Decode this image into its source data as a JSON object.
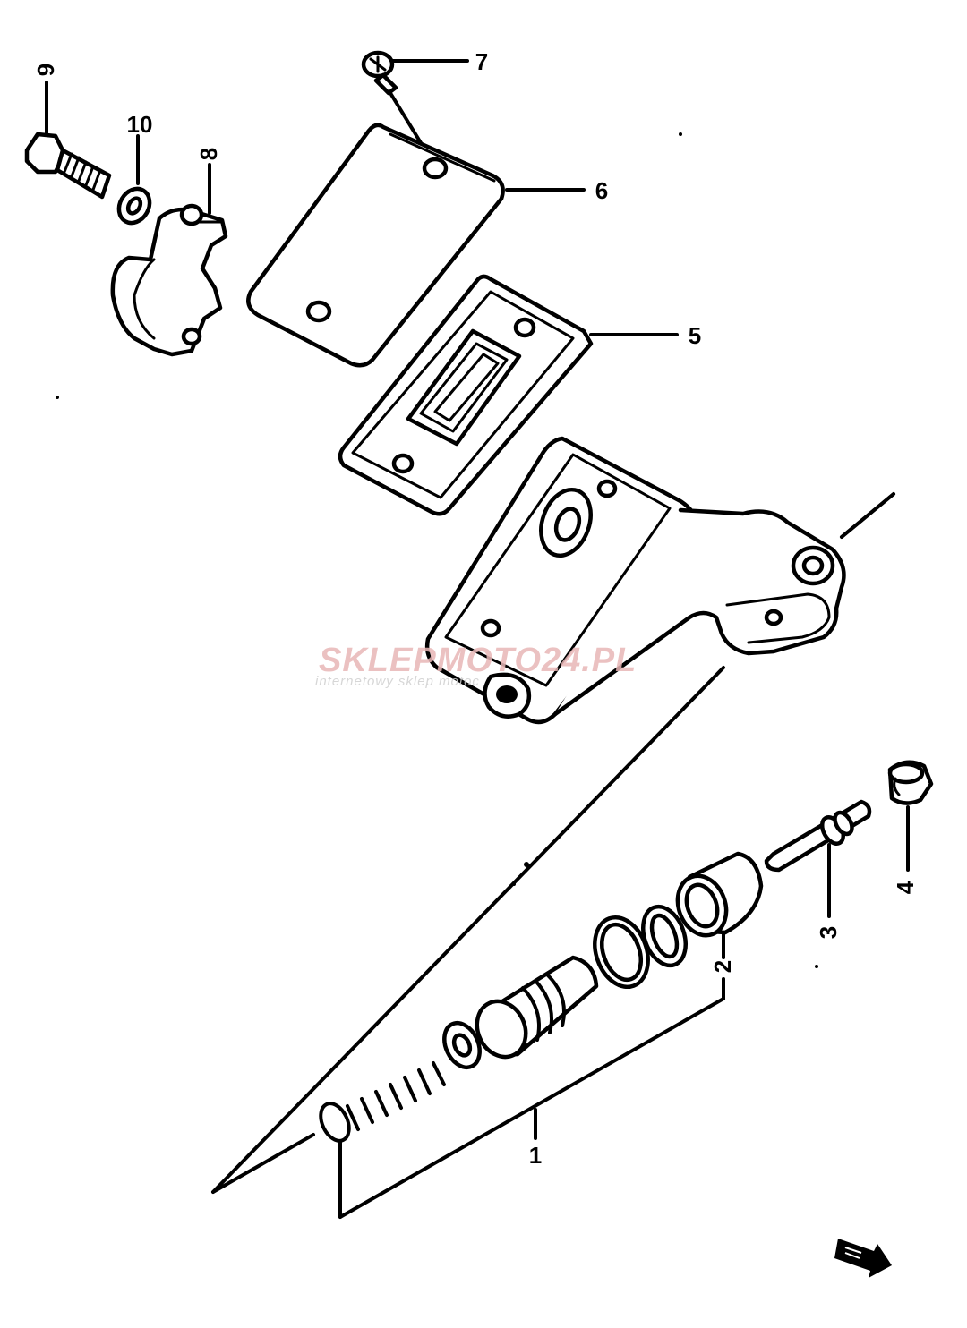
{
  "callouts": {
    "c1": "1",
    "c2": "2",
    "c3": "3",
    "c4": "4",
    "c5": "5",
    "c6": "6",
    "c7": "7",
    "c8": "8",
    "c9": "9",
    "c10": "10"
  },
  "watermark": {
    "brand": "SKLEPMOTO24.PL",
    "tagline": "internetowy sklep motoc"
  },
  "icons": {
    "front_arrow": "front-direction-arrow-icon"
  },
  "colors": {
    "ink": "#000000",
    "background": "#ffffff",
    "watermark": "#e8b7b7"
  }
}
